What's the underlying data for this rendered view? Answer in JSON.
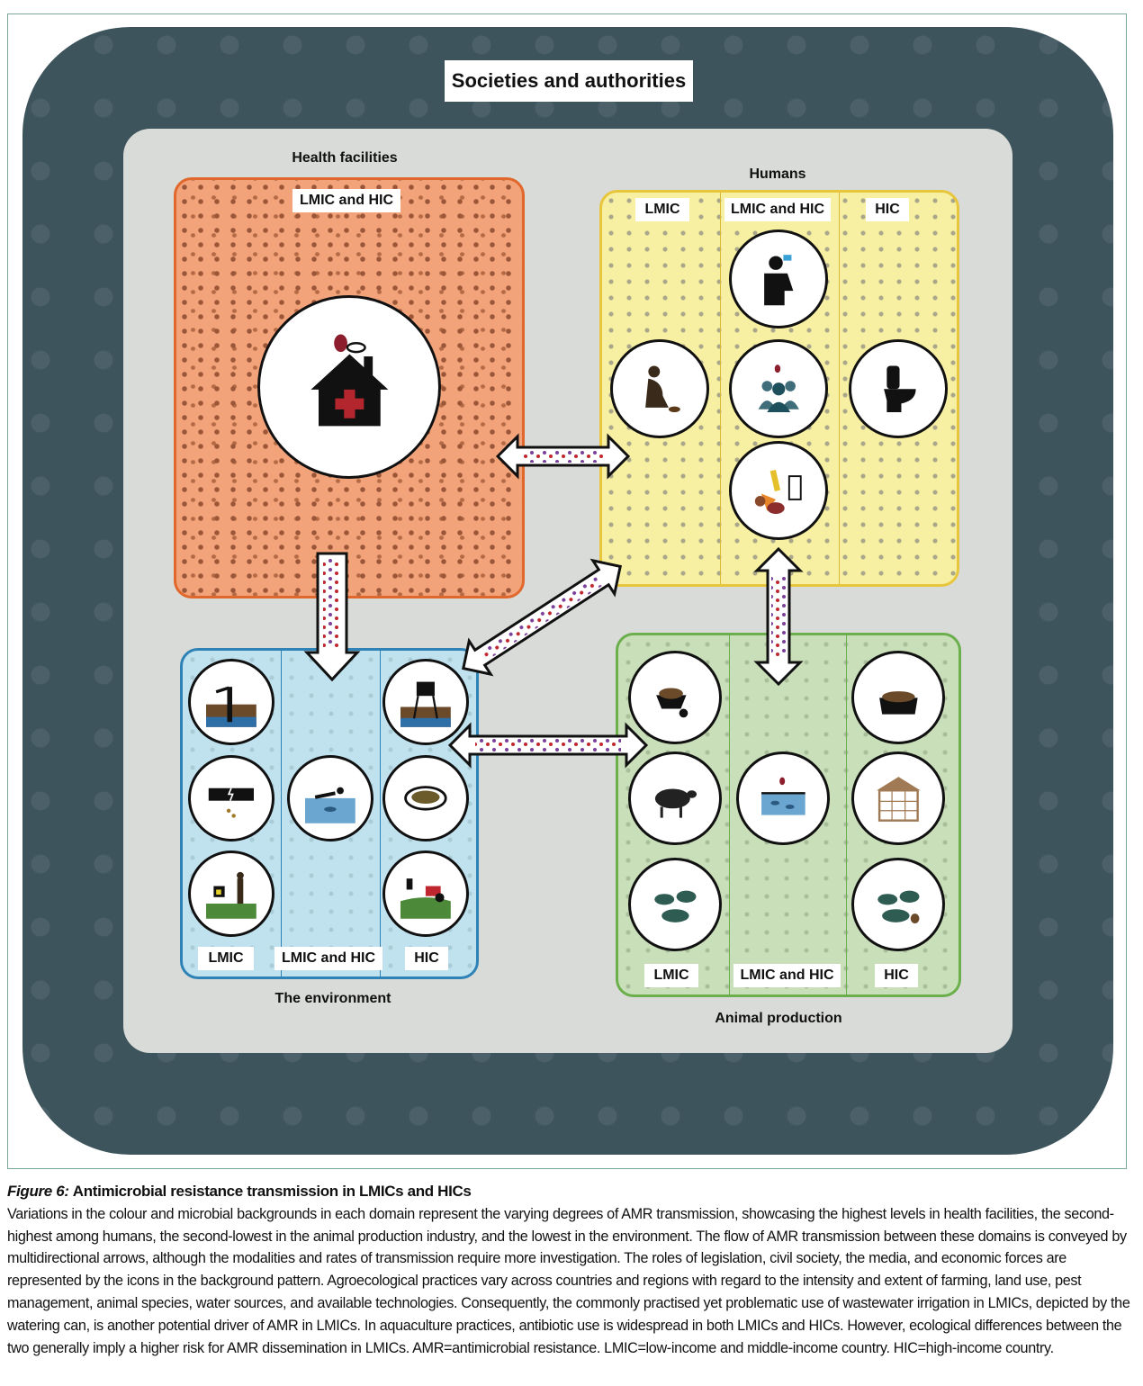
{
  "figure": {
    "title_box": "Societies and authorities",
    "domains": {
      "health": {
        "label": "Health facilities",
        "tags": [
          "LMIC and HIC"
        ]
      },
      "humans": {
        "label": "Humans",
        "tags": [
          "LMIC",
          "LMIC and HIC",
          "HIC"
        ]
      },
      "environment": {
        "label": "The environment",
        "tags": [
          "LMIC",
          "LMIC and HIC",
          "HIC"
        ]
      },
      "animal": {
        "label": "Animal production",
        "tags": [
          "LMIC",
          "LMIC and HIC",
          "HIC"
        ]
      }
    },
    "colors": {
      "outer": "#3d545c",
      "inner": "#d9dbd8",
      "health": "#f3a37a",
      "humans": "#f7f0a3",
      "environment": "#c0e2ee",
      "animal": "#c9dfb9"
    }
  },
  "caption": {
    "figure_label": "Figure 6:",
    "title": "Antimicrobial resistance transmission in LMICs and HICs",
    "body": "Variations in the colour and microbial backgrounds in each domain represent the varying degrees of AMR transmission, showcasing the highest levels in health facilities, the second-highest among humans, the second-lowest in the animal production industry, and the lowest in the environment. The flow of AMR transmission between these domains is conveyed by multidirectional arrows, although the modalities and rates of transmission require more investigation. The roles of legislation, civil society, the media, and economic forces are represented by the icons in the background pattern. Agroecological practices vary across countries and regions with regard to the intensity and extent of farming, land use, pest management, animal species, water sources, and available technologies. Consequently, the commonly practised yet problematic use of wastewater irrigation in LMICs, depicted by the watering can, is another potential driver of AMR in LMICs. In aquaculture practices, antibiotic use is widespread in both LMICs and HICs. However, ecological differences between the two generally imply a higher risk for AMR dissemination in LMICs. AMR=antimicrobial resistance. LMIC=low-income and middle-income country. HIC=high-income country."
  }
}
